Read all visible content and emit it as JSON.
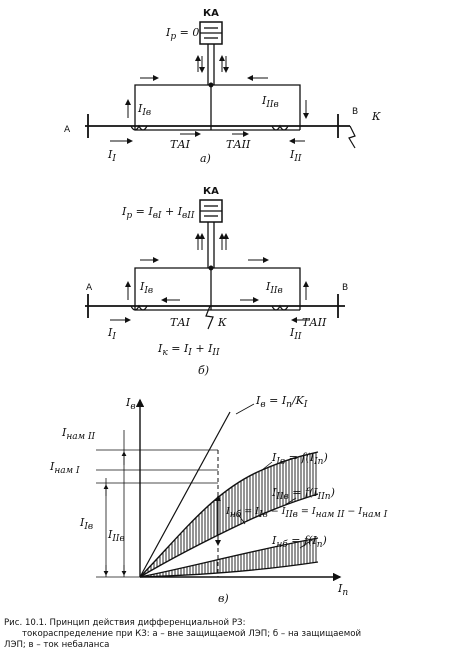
{
  "diagram_a": {
    "relay": "КА",
    "relay_current": "I",
    "relay_current_sub": "р",
    "relay_current_value": " = 0",
    "bus_a": "А",
    "bus_b": "В",
    "fault": "К",
    "ct1": "ТАI",
    "ct2": "ТАII",
    "i1_main": "I",
    "i1_sub": "I",
    "i2_main": "I",
    "i2_sub": "II",
    "i1s_main": "I",
    "i1s_sub": "Iв",
    "i2s_main": "I",
    "i2s_sub": "IIв",
    "sublabel": "а)"
  },
  "diagram_b": {
    "relay": "КА",
    "relay_current": "I",
    "relay_current_sub": "р",
    "relay_current_value": " = I",
    "relay_current_t1": "вI",
    "relay_current_plus": " + I",
    "relay_current_t2": "вII",
    "bus_a": "А",
    "bus_b": "В",
    "fault": "К",
    "ct1": "ТАI",
    "ct2": "ТАII",
    "i1s_main": "I",
    "i1s_sub": "Iв",
    "i2s_main": "I",
    "i2s_sub": "IIв",
    "i1_main": "I",
    "i1_sub": "I",
    "i2_main": "I",
    "i2_sub": "II",
    "ik_main": "I",
    "ik_sub": "к",
    "ik_eq": " = I",
    "ik_t1": "I",
    "ik_plus": " + I",
    "ik_t2": "II",
    "sublabel": "б)"
  },
  "diagram_c": {
    "y_axis": "I",
    "y_axis_sub": "в",
    "x_axis": "I",
    "x_axis_sub": "п",
    "ideal": "I",
    "ideal_sub": "в",
    "ideal_rhs": " = I",
    "ideal_rhs_sub": "п",
    "ideal_rhs2": "/K",
    "ideal_rhs2_sub": "I",
    "curve1": "I",
    "curve1_sub": "Iв",
    "curve1_rhs": " = f(I",
    "curve1_rhs_sub": "Iп",
    "curve1_end": ")",
    "curve2": "I",
    "curve2_sub": "IIв",
    "curve2_rhs": " = f(I",
    "curve2_rhs_sub": "IIп",
    "curve2_end": ")",
    "inb_formula": "I",
    "inb_formula_sub": "нб",
    "inb_formula_rhs": " = I",
    "inb_formula_t1": "Iв",
    "inb_formula_minus": " − I",
    "inb_formula_t2": "IIв",
    "inb_formula_eq2": " = I",
    "inb_formula_t3": "нам II",
    "inb_formula_minus2": " − I",
    "inb_formula_t4": "нам I",
    "inb_curve": "I",
    "inb_curve_sub": "нб",
    "inb_curve_rhs": " = f(I",
    "inb_curve_rhs_sub": "п",
    "inb_curve_end": ")",
    "inam2": "I",
    "inam2_sub": "нам II",
    "inam1": "I",
    "inam1_sub": "нам I",
    "i1v": "I",
    "i1v_sub": "Iв",
    "i2v": "I",
    "i2v_sub": "IIв",
    "sublabel": "в)"
  },
  "caption": {
    "line1": "Рис. 10.1. Принцип действия дифференциальной РЗ:",
    "line2": "токораспределение при КЗ:  а – вне защищаемой ЛЭП;  б – на защищаемой",
    "line3": "ЛЭП;  в – ток небаланса"
  }
}
